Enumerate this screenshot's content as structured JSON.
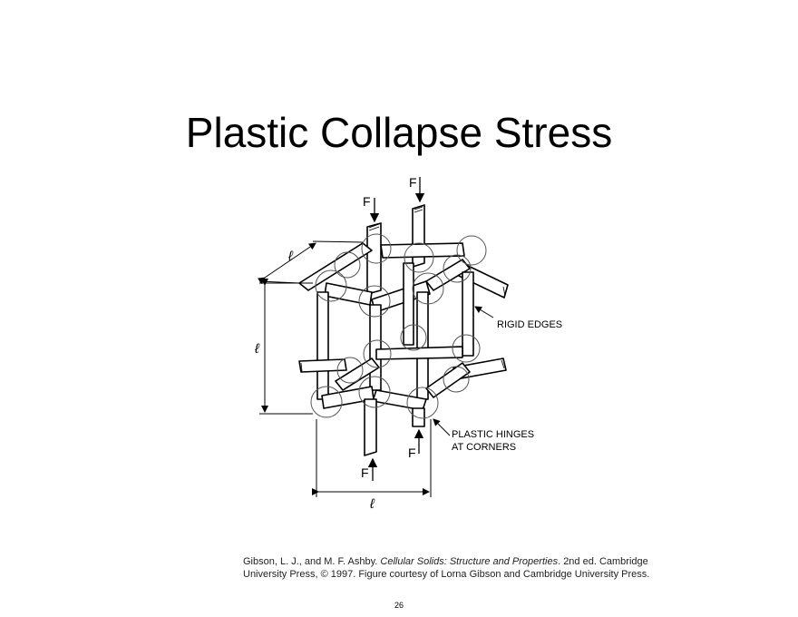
{
  "slide": {
    "title": "Plastic Collapse Stress",
    "page_number": "26"
  },
  "diagram": {
    "force_label": "F",
    "length_label": "ℓ",
    "rigid_edges_label": "RIGID EDGES",
    "plastic_hinges_line1": "PLASTIC HINGES",
    "plastic_hinges_line2": "AT CORNERS"
  },
  "citation": {
    "authors": "Gibson, L. J., and M. F. Ashby. ",
    "book_title": "Cellular Solids: Structure and Properties",
    "line1_rest": ". 2nd ed. Cambridge",
    "line2": "University Press, © 1997. Figure courtesy of Lorna Gibson and Cambridge University Press."
  }
}
